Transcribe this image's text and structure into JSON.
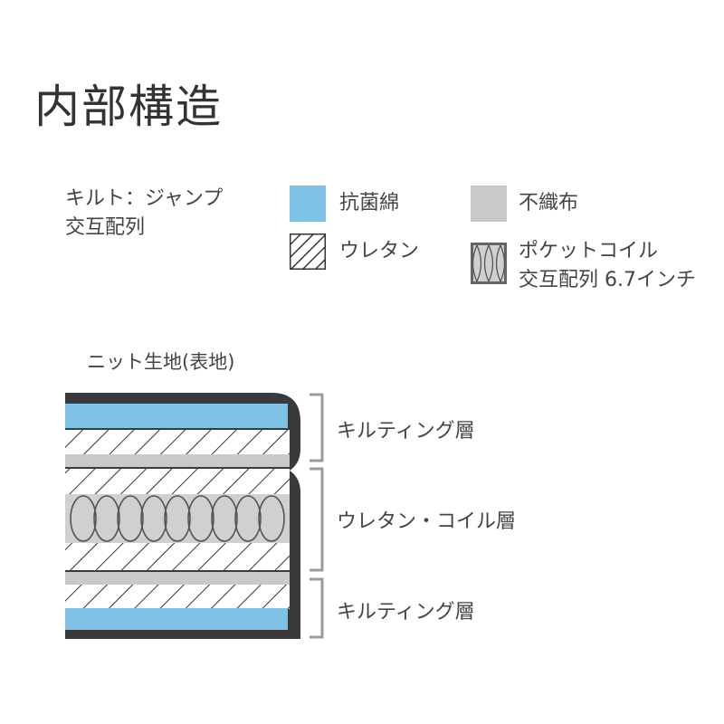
{
  "title": "内部構造",
  "quilt_note": {
    "line1": "キルト：ジャンプ",
    "line2": "交互配列"
  },
  "legend": {
    "antibacterial_cotton": "抗菌綿",
    "nonwoven": "不織布",
    "urethane": "ウレタン",
    "pocket_coil_line1": "ポケットコイル",
    "pocket_coil_line2": "交互配列 6.7インチ"
  },
  "knit_label": "ニット生地(表地)",
  "layers": {
    "top": "キルティング層",
    "middle": "ウレタン・コイル層",
    "bottom": "キルティング層"
  },
  "colors": {
    "antibacterial_cotton": "#7ec3e6",
    "nonwoven": "#c8c9ca",
    "fabric": "#3a3a3c",
    "bracket": "#9a9a9a"
  },
  "icons": {
    "urethane": "diagonal-hatch-icon",
    "pocket_coil": "pocket-coil-icon"
  }
}
